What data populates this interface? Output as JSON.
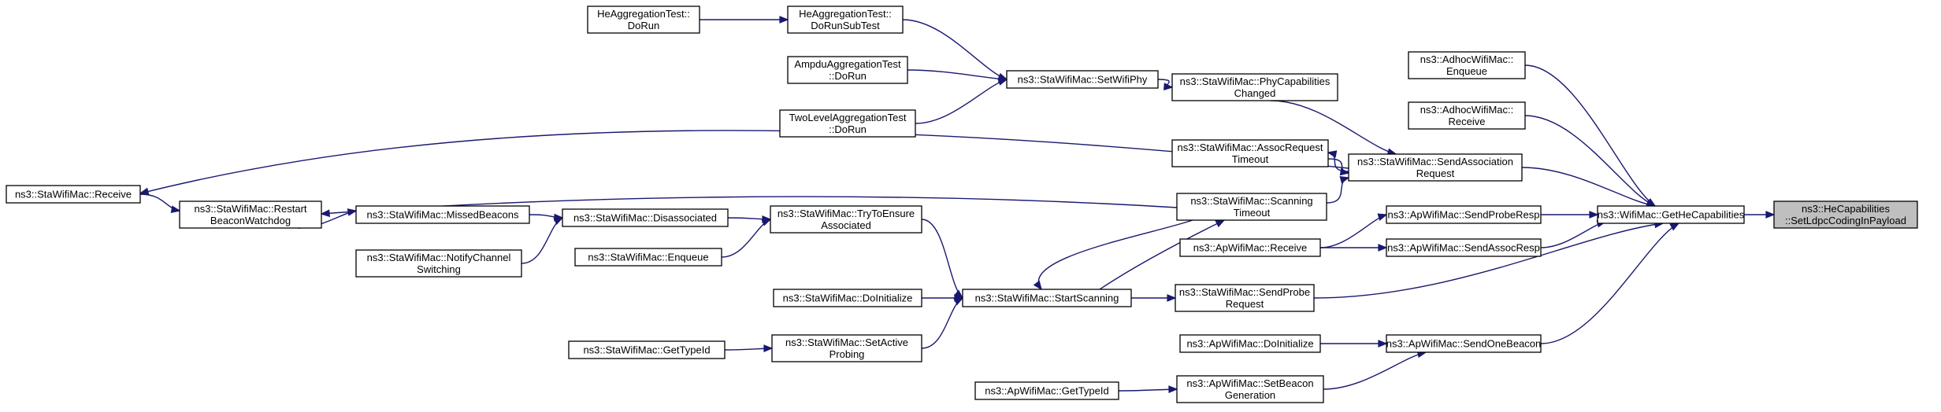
{
  "diagram": {
    "nodes": [
      {
        "id": "target",
        "lines": [
          "ns3::HeCapabilities",
          "::SetLdpcCodingInPayload"
        ],
        "target": true
      },
      {
        "id": "getHeCap",
        "lines": [
          "ns3::WifiMac::GetHeCapabilities"
        ]
      },
      {
        "id": "adhocEnq",
        "lines": [
          "ns3::AdhocWifiMac::",
          "Enqueue"
        ]
      },
      {
        "id": "adhocRecv",
        "lines": [
          "ns3::AdhocWifiMac::",
          "Receive"
        ]
      },
      {
        "id": "sendAssocReq",
        "lines": [
          "ns3::StaWifiMac::SendAssociation",
          "Request"
        ]
      },
      {
        "id": "sendProbeResp",
        "lines": [
          "ns3::ApWifiMac::SendProbeResp"
        ]
      },
      {
        "id": "sendAssocResp",
        "lines": [
          "ns3::ApWifiMac::SendAssocResp"
        ]
      },
      {
        "id": "sendProbeReq",
        "lines": [
          "ns3::StaWifiMac::SendProbe",
          "Request"
        ]
      },
      {
        "id": "sendOneBeacon",
        "lines": [
          "ns3::ApWifiMac::SendOneBeacon"
        ]
      },
      {
        "id": "phyCapChanged",
        "lines": [
          "ns3::StaWifiMac::PhyCapabilities",
          "Changed"
        ]
      },
      {
        "id": "assocReqTimeout",
        "lines": [
          "ns3::StaWifiMac::AssocRequest",
          "Timeout"
        ]
      },
      {
        "id": "scanTimeout",
        "lines": [
          "ns3::StaWifiMac::Scanning",
          "Timeout"
        ]
      },
      {
        "id": "apReceive",
        "lines": [
          "ns3::ApWifiMac::Receive"
        ]
      },
      {
        "id": "startScanning",
        "lines": [
          "ns3::StaWifiMac::StartScanning"
        ]
      },
      {
        "id": "apDoInit",
        "lines": [
          "ns3::ApWifiMac::DoInitialize"
        ]
      },
      {
        "id": "setBeaconGen",
        "lines": [
          "ns3::ApWifiMac::SetBeacon",
          "Generation"
        ]
      },
      {
        "id": "apGetTypeId",
        "lines": [
          "ns3::ApWifiMac::GetTypeId"
        ]
      },
      {
        "id": "setWifiPhy",
        "lines": [
          "ns3::StaWifiMac::SetWifiPhy"
        ]
      },
      {
        "id": "heRunSub",
        "lines": [
          "HeAggregationTest::",
          "DoRunSubTest"
        ]
      },
      {
        "id": "heRun",
        "lines": [
          "HeAggregationTest::",
          "DoRun"
        ]
      },
      {
        "id": "ampdu",
        "lines": [
          "AmpduAggregationTest",
          "::DoRun"
        ]
      },
      {
        "id": "twoLevel",
        "lines": [
          "TwoLevelAggregationTest",
          "::DoRun"
        ]
      },
      {
        "id": "tryEnsure",
        "lines": [
          "ns3::StaWifiMac::TryToEnsure",
          "Associated"
        ]
      },
      {
        "id": "staEnqueue",
        "lines": [
          "ns3::StaWifiMac::Enqueue"
        ]
      },
      {
        "id": "staDoInit",
        "lines": [
          "ns3::StaWifiMac::DoInitialize"
        ]
      },
      {
        "id": "setActiveProbing",
        "lines": [
          "ns3::StaWifiMac::SetActive",
          "Probing"
        ]
      },
      {
        "id": "staGetTypeId",
        "lines": [
          "ns3::StaWifiMac::GetTypeId"
        ]
      },
      {
        "id": "disassociated",
        "lines": [
          "ns3::StaWifiMac::Disassociated"
        ]
      },
      {
        "id": "missedBeacons",
        "lines": [
          "ns3::StaWifiMac::MissedBeacons"
        ]
      },
      {
        "id": "notifyChanSwitch",
        "lines": [
          "ns3::StaWifiMac::NotifyChannel",
          "Switching"
        ]
      },
      {
        "id": "restartBeacon",
        "lines": [
          "ns3::StaWifiMac::Restart",
          "BeaconWatchdog"
        ]
      },
      {
        "id": "staReceive",
        "lines": [
          "ns3::StaWifiMac::Receive"
        ]
      }
    ],
    "edges": [
      {
        "from": "getHeCap",
        "to": "target"
      },
      {
        "from": "adhocEnq",
        "to": "getHeCap"
      },
      {
        "from": "adhocRecv",
        "to": "getHeCap"
      },
      {
        "from": "sendAssocReq",
        "to": "getHeCap"
      },
      {
        "from": "sendProbeResp",
        "to": "getHeCap"
      },
      {
        "from": "sendAssocResp",
        "to": "getHeCap"
      },
      {
        "from": "sendProbeReq",
        "to": "getHeCap"
      },
      {
        "from": "sendOneBeacon",
        "to": "getHeCap"
      },
      {
        "from": "phyCapChanged",
        "to": "sendAssocReq"
      },
      {
        "from": "assocReqTimeout",
        "to": "sendAssocReq"
      },
      {
        "from": "sendAssocReq",
        "to": "assocReqTimeout"
      },
      {
        "from": "scanTimeout",
        "to": "sendAssocReq"
      },
      {
        "from": "apReceive",
        "to": "sendProbeResp"
      },
      {
        "from": "apReceive",
        "to": "sendAssocResp"
      },
      {
        "from": "startScanning",
        "to": "sendProbeReq"
      },
      {
        "from": "apDoInit",
        "to": "sendOneBeacon"
      },
      {
        "from": "setBeaconGen",
        "to": "sendOneBeacon"
      },
      {
        "from": "apGetTypeId",
        "to": "setBeaconGen"
      },
      {
        "from": "setWifiPhy",
        "to": "phyCapChanged"
      },
      {
        "from": "heRunSub",
        "to": "setWifiPhy"
      },
      {
        "from": "heRun",
        "to": "heRunSub"
      },
      {
        "from": "ampdu",
        "to": "setWifiPhy"
      },
      {
        "from": "twoLevel",
        "to": "setWifiPhy"
      },
      {
        "from": "startScanning",
        "to": "scanTimeout"
      },
      {
        "from": "scanTimeout",
        "to": "startScanning"
      },
      {
        "from": "tryEnsure",
        "to": "startScanning"
      },
      {
        "from": "staEnqueue",
        "to": "tryEnsure"
      },
      {
        "from": "staDoInit",
        "to": "startScanning"
      },
      {
        "from": "setActiveProbing",
        "to": "startScanning"
      },
      {
        "from": "staGetTypeId",
        "to": "setActiveProbing"
      },
      {
        "from": "disassociated",
        "to": "tryEnsure"
      },
      {
        "from": "missedBeacons",
        "to": "disassociated"
      },
      {
        "from": "notifyChanSwitch",
        "to": "disassociated"
      },
      {
        "from": "restartBeacon",
        "to": "missedBeacons"
      },
      {
        "from": "staReceive",
        "to": "restartBeacon"
      },
      {
        "from": "scanTimeout",
        "to": "restartBeacon"
      },
      {
        "from": "sendAssocReq",
        "to": "staReceive"
      }
    ]
  },
  "colors": {
    "edge": "#191970",
    "node_border": "#000000",
    "target_fill": "#bfbfbf",
    "node_fill": "#ffffff",
    "background": "#ffffff"
  }
}
